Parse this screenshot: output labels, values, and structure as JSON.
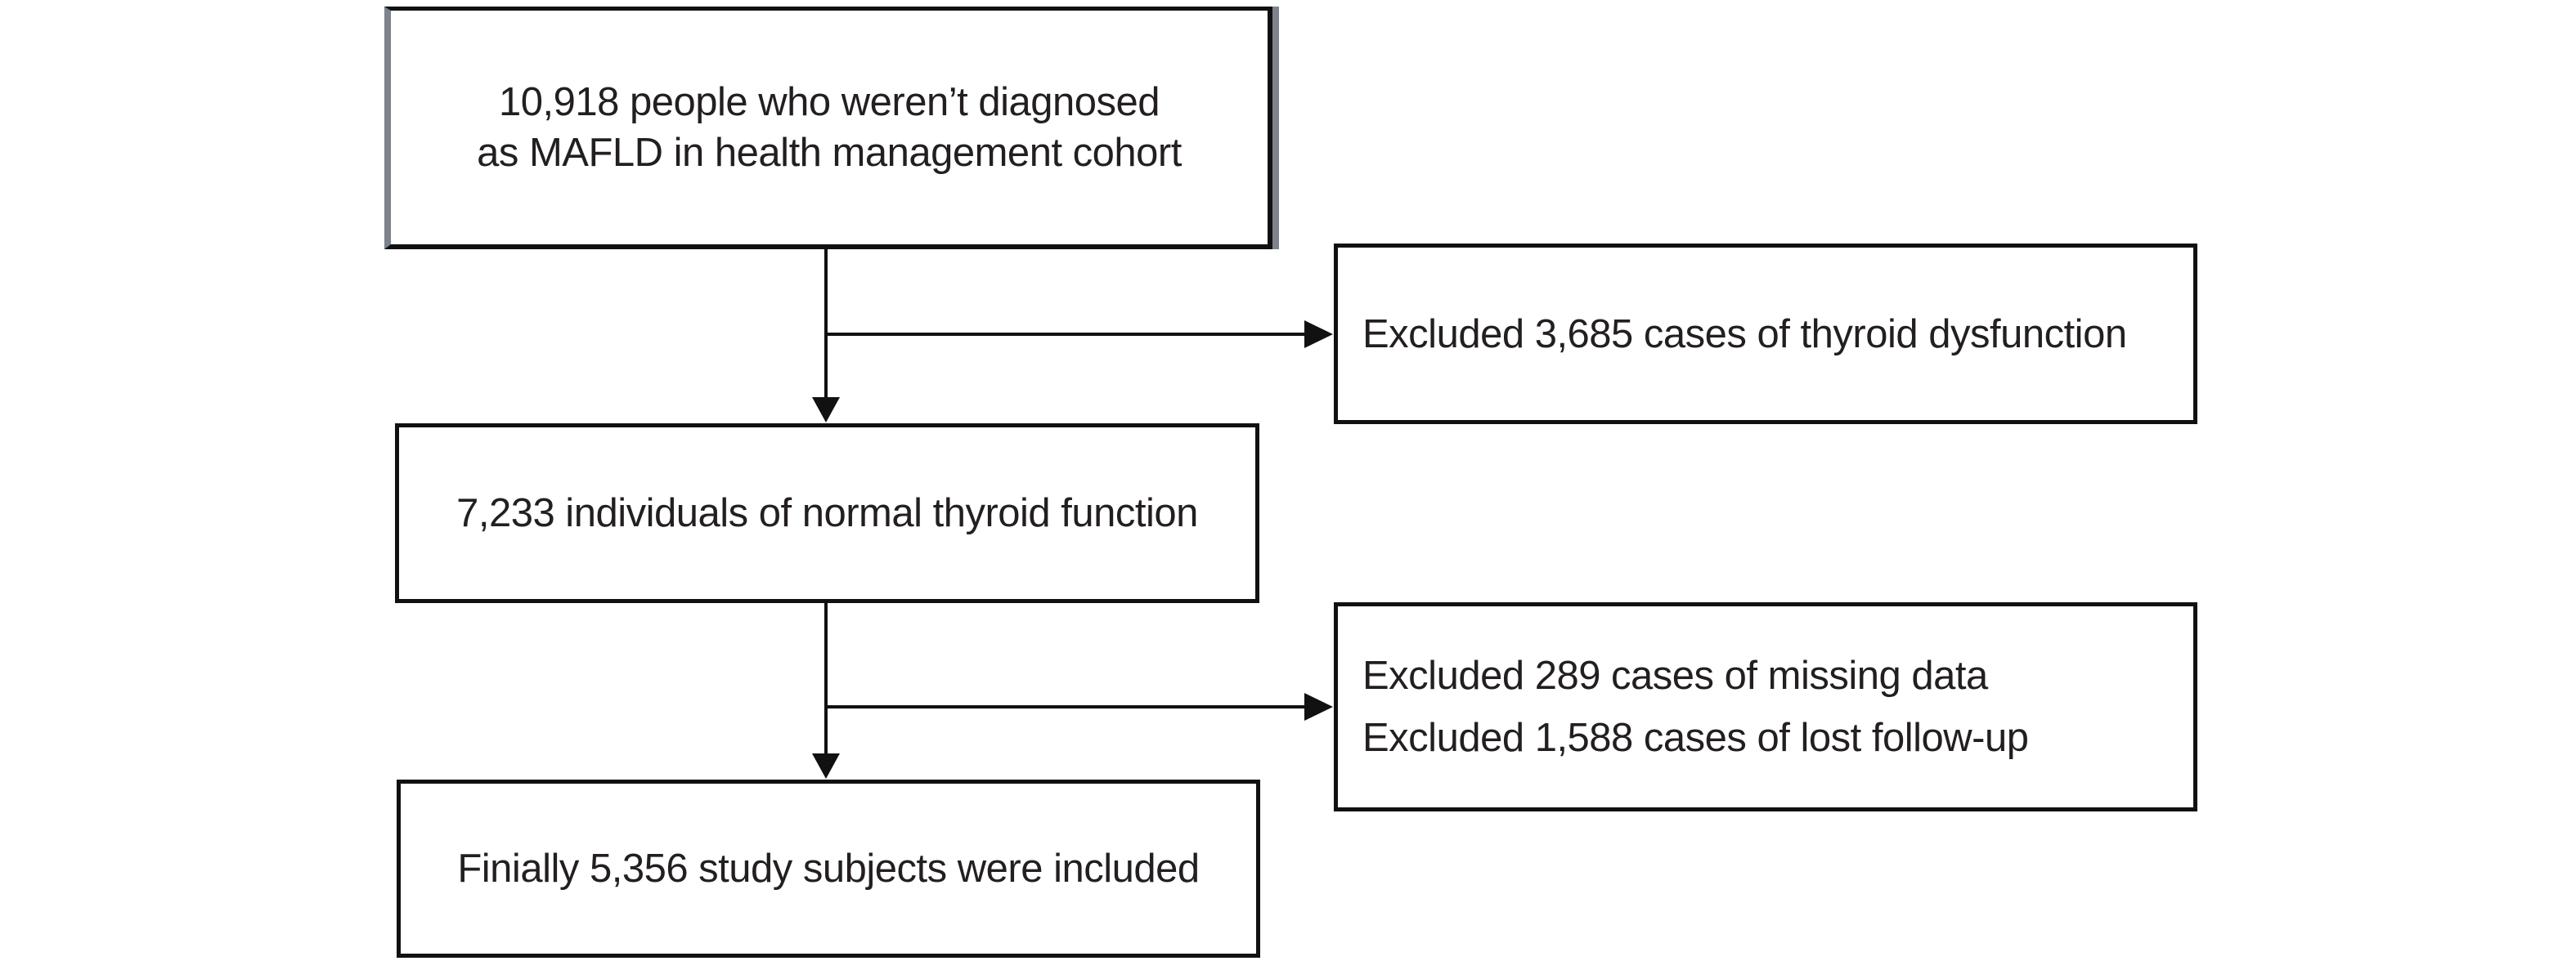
{
  "flowchart": {
    "colors": {
      "background": "#ffffff",
      "line": "#111111",
      "text": "#231f20",
      "edge_gray": "#7d828b"
    },
    "box_initial": {
      "line1": "10,918 people who weren’t diagnosed",
      "line2": "as MAFLD in health management cohort"
    },
    "box_excluded_thyroid": {
      "line1": "Excluded 3,685 cases of thyroid dysfunction"
    },
    "box_normal_thyroid": {
      "line1": "7,233 individuals of normal thyroid function"
    },
    "box_excluded_followup": {
      "line1": "Excluded 289 cases of missing data",
      "line2": "Excluded 1,588 cases of lost follow-up"
    },
    "box_final": {
      "line1": "Finially 5,356 study subjects were included"
    }
  }
}
